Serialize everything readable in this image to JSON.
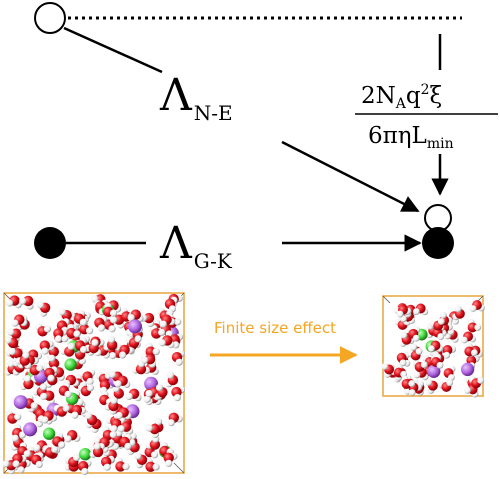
{
  "labels": {
    "ne_main": "Λ",
    "ne_sub": "N-E",
    "gk_main": "Λ",
    "gk_sub": "G-K",
    "finite_size": "Finite size effect"
  },
  "formula": {
    "numerator": {
      "coef": "2N",
      "sub_a": "A",
      "q": "q",
      "sup_2": "2",
      "xi": "ξ"
    },
    "denominator": {
      "main": "6πηL",
      "sub": "min"
    }
  },
  "colors": {
    "line": "#000000",
    "arrow_finite": "#f5a623",
    "box_border": "#e8a33c",
    "oxygen": "#e0141e",
    "hydrogen": "#ffffff",
    "cation": "#b267e0",
    "anion": "#3fd93b"
  },
  "icons": {
    "open_circle": "hollow-circle",
    "filled_circle": "solid-circle"
  }
}
